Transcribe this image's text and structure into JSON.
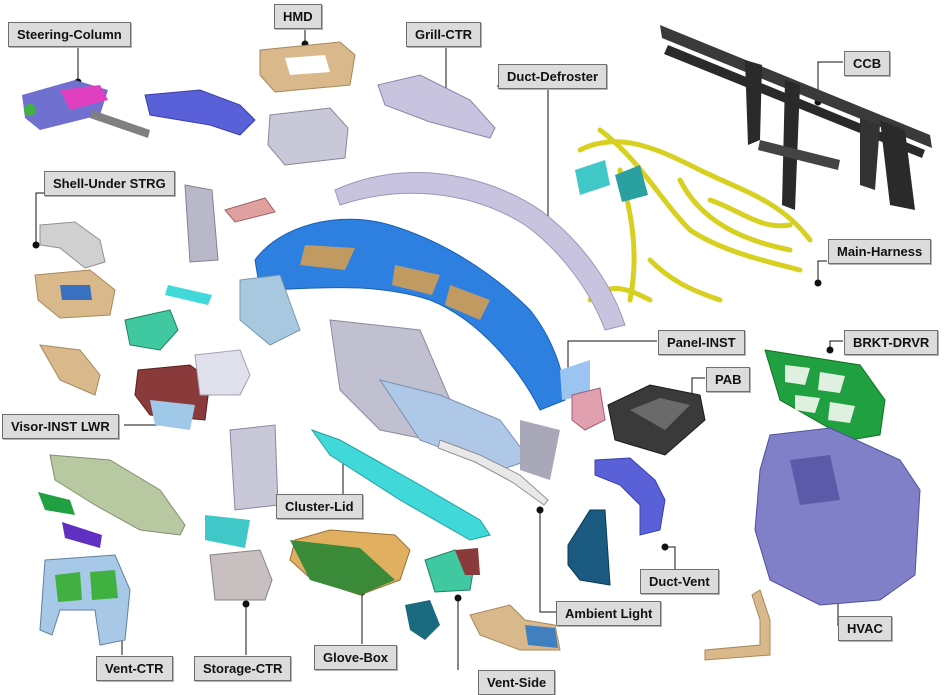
{
  "labels": {
    "steering_column": "Steering-Column",
    "hmd": "HMD",
    "grill_ctr": "Grill-CTR",
    "duct_defroster": "Duct-Defroster",
    "ccb": "CCB",
    "shell_under_strg": "Shell-Under STRG",
    "main_harness": "Main-Harness",
    "panel_inst": "Panel-INST",
    "brkt_drvr": "BRKT-DRVR",
    "pab": "PAB",
    "visor_inst_lwr": "Visor-INST LWR",
    "cluster_lid": "Cluster-Lid",
    "duct_vent": "Duct-Vent",
    "ambient_light": "Ambient Light",
    "hvac": "HVAC",
    "vent_ctr": "Vent-CTR",
    "storage_ctr": "Storage-CTR",
    "glove_box": "Glove-Box",
    "vent_side": "Vent-Side"
  },
  "colors": {
    "panel_blue": "#2d7fe0",
    "harness_yellow": "#d8d020",
    "ccb_black": "#2a2a2a",
    "hvac_purple": "#8080c8",
    "tan_trim": "#d9b98c",
    "cyan_part": "#40d8d8",
    "lavender_part": "#c8c4e0",
    "green_brkt": "#20a040",
    "label_bg": "#dcdcdc"
  }
}
